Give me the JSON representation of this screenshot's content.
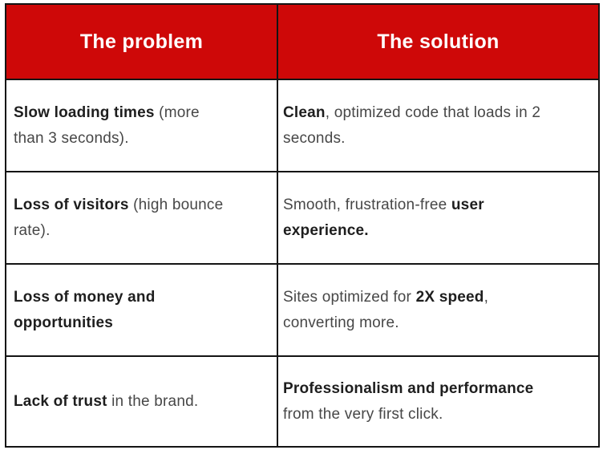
{
  "table": {
    "colors": {
      "header_bg": "#CE0808",
      "header_text": "#FFFFFF",
      "border": "#141414",
      "regular_text": "#474747",
      "bold_text": "#1E1E1E"
    },
    "header": {
      "columns": [
        "The problem",
        "The solution"
      ]
    },
    "rows": [
      {
        "problem_lines": [
          [
            {
              "t": "Slow loading times",
              "b": 1
            },
            {
              "t": " (more",
              "b": 0
            }
          ],
          [
            {
              "t": "than 3 seconds).",
              "b": 0
            }
          ]
        ],
        "solution_lines": [
          [
            {
              "t": "Clean",
              "b": 1
            },
            {
              "t": ", optimized code that loads in 2",
              "b": 0
            }
          ],
          [
            {
              "t": "seconds.",
              "b": 0
            }
          ]
        ]
      },
      {
        "problem_lines": [
          [
            {
              "t": "Loss of visitors",
              "b": 1
            },
            {
              "t": " (high bounce",
              "b": 0
            }
          ],
          [
            {
              "t": "rate).",
              "b": 0
            }
          ]
        ],
        "solution_lines": [
          [
            {
              "t": "Smooth, frustration-free ",
              "b": 0
            },
            {
              "t": "user",
              "b": 1
            }
          ],
          [
            {
              "t": "experience.",
              "b": 1
            }
          ]
        ]
      },
      {
        "problem_lines": [
          [
            {
              "t": "Loss of money and",
              "b": 1
            }
          ],
          [
            {
              "t": "opportunities",
              "b": 1
            }
          ]
        ],
        "solution_lines": [
          [
            {
              "t": "Sites optimized for ",
              "b": 0
            },
            {
              "t": "2X speed",
              "b": 1
            },
            {
              "t": ",",
              "b": 0
            }
          ],
          [
            {
              "t": "converting more.",
              "b": 0
            }
          ]
        ]
      },
      {
        "problem_lines": [
          [
            {
              "t": "Lack of trust",
              "b": 1
            },
            {
              "t": " in the brand.",
              "b": 0
            }
          ]
        ],
        "solution_lines": [
          [
            {
              "t": "Professionalism and performance",
              "b": 1
            }
          ],
          [
            {
              "t": "from the very first click.",
              "b": 0
            }
          ]
        ]
      }
    ]
  }
}
